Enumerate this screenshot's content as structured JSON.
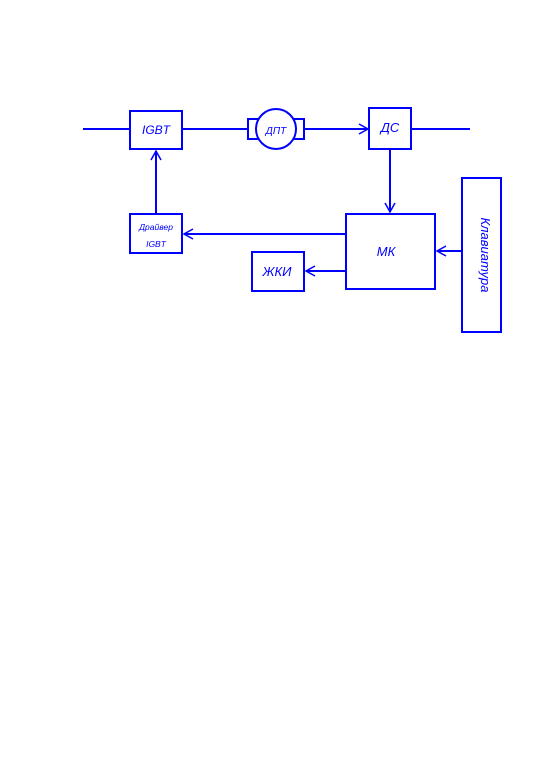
{
  "diagram": {
    "line_color": "#0000ff",
    "background": "#ffffff",
    "blocks": {
      "igbt": "IGBT",
      "motor": "ДПТ",
      "sensor": "ДС",
      "driver_line1": "Драйвер",
      "driver_line2": "IGBT",
      "mcu": "МК",
      "lcd": "ЖКИ",
      "keyboard": "Клавиатура"
    }
  }
}
